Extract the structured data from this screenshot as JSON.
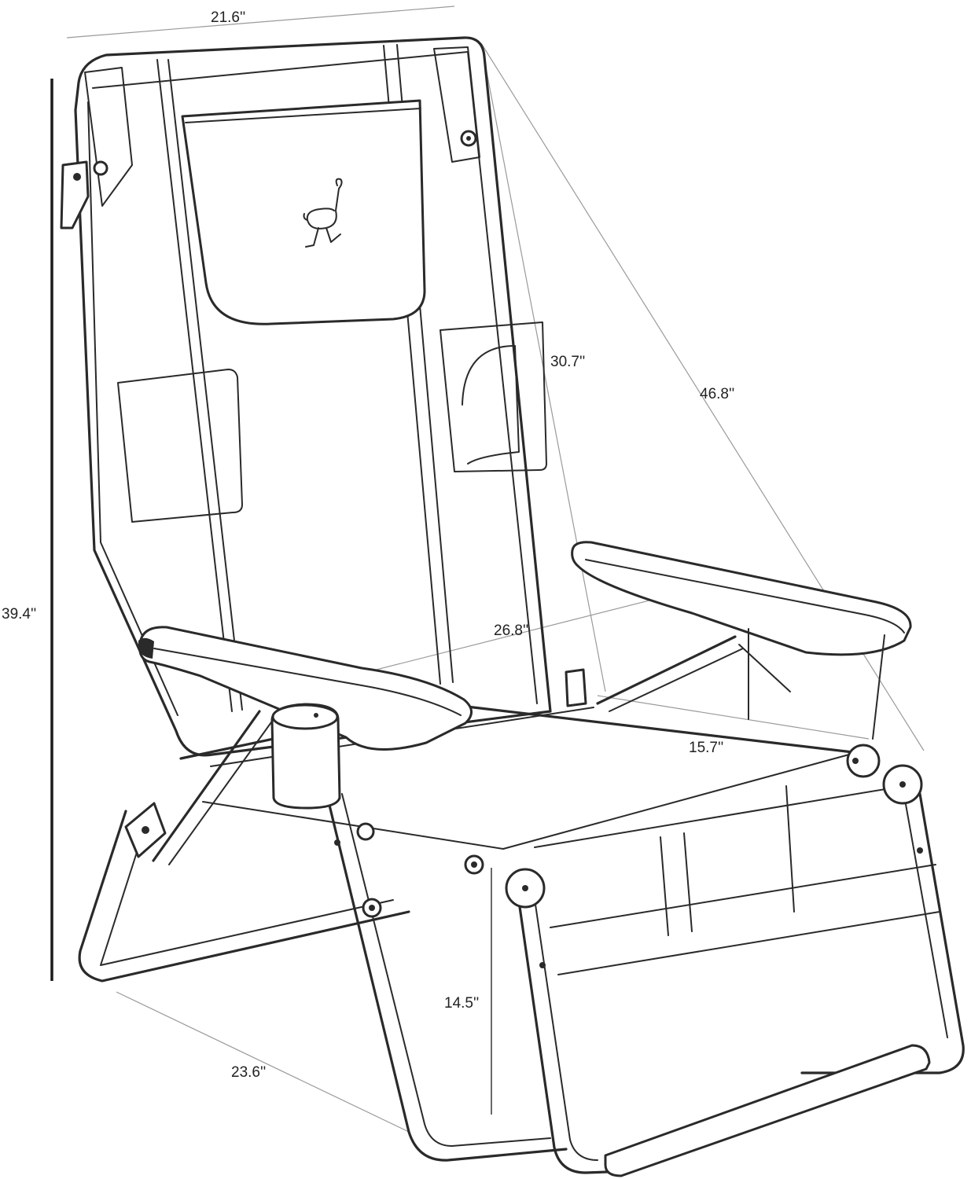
{
  "diagram": {
    "dimensions": [
      {
        "id": "top-width",
        "label": "21.6''"
      },
      {
        "id": "total-height",
        "label": "39.4''"
      },
      {
        "id": "back-height",
        "label": "30.7''"
      },
      {
        "id": "diagonal-length",
        "label": "46.8''"
      },
      {
        "id": "armrest-width",
        "label": "26.8''"
      },
      {
        "id": "seat-depth",
        "label": "15.7''"
      },
      {
        "id": "seat-height",
        "label": "14.5''"
      },
      {
        "id": "base-width",
        "label": "23.6''"
      }
    ],
    "colors": {
      "line": "#2a2a2a",
      "dimension_line": "#9a9a9a",
      "background": "#ffffff"
    },
    "icons": [
      "ostrich-logo"
    ]
  }
}
